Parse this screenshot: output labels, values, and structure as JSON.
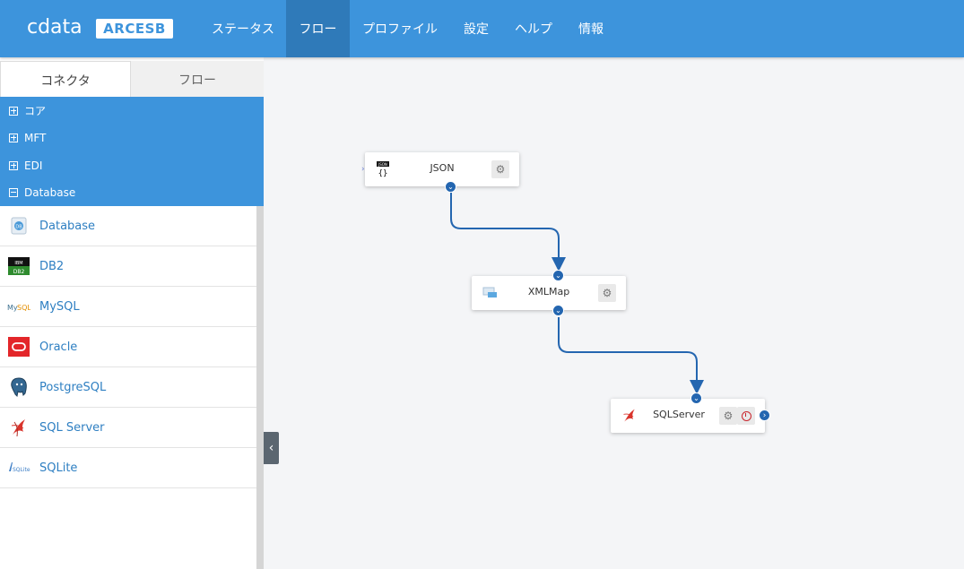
{
  "header": {
    "logo_brand": "cdata",
    "logo_product": "ARCESB",
    "nav": [
      "ステータス",
      "フロー",
      "プロファイル",
      "設定",
      "ヘルプ",
      "情報"
    ],
    "active_nav": "フロー",
    "accent_color": "#3d94dc"
  },
  "sidebar": {
    "tabs": [
      "コネクタ",
      "フロー"
    ],
    "active_tab": "コネクタ",
    "categories": [
      {
        "label": "コア",
        "expanded": false
      },
      {
        "label": "MFT",
        "expanded": false
      },
      {
        "label": "EDI",
        "expanded": false
      },
      {
        "label": "Database",
        "expanded": true
      }
    ],
    "connectors": [
      {
        "label": "Database",
        "icon": "database-icon"
      },
      {
        "label": "DB2",
        "icon": "ibm-db2-icon"
      },
      {
        "label": "MySQL",
        "icon": "mysql-icon"
      },
      {
        "label": "Oracle",
        "icon": "oracle-icon"
      },
      {
        "label": "PostgreSQL",
        "icon": "postgresql-icon"
      },
      {
        "label": "SQL Server",
        "icon": "sql-server-icon"
      },
      {
        "label": "SQLite",
        "icon": "sqlite-icon"
      }
    ]
  },
  "flow": {
    "nodes": [
      {
        "label": "JSON",
        "icon": "json-icon"
      },
      {
        "label": "XMLMap",
        "icon": "xmlmap-icon"
      },
      {
        "label": "SQLServer",
        "icon": "sql-server-icon"
      }
    ]
  }
}
